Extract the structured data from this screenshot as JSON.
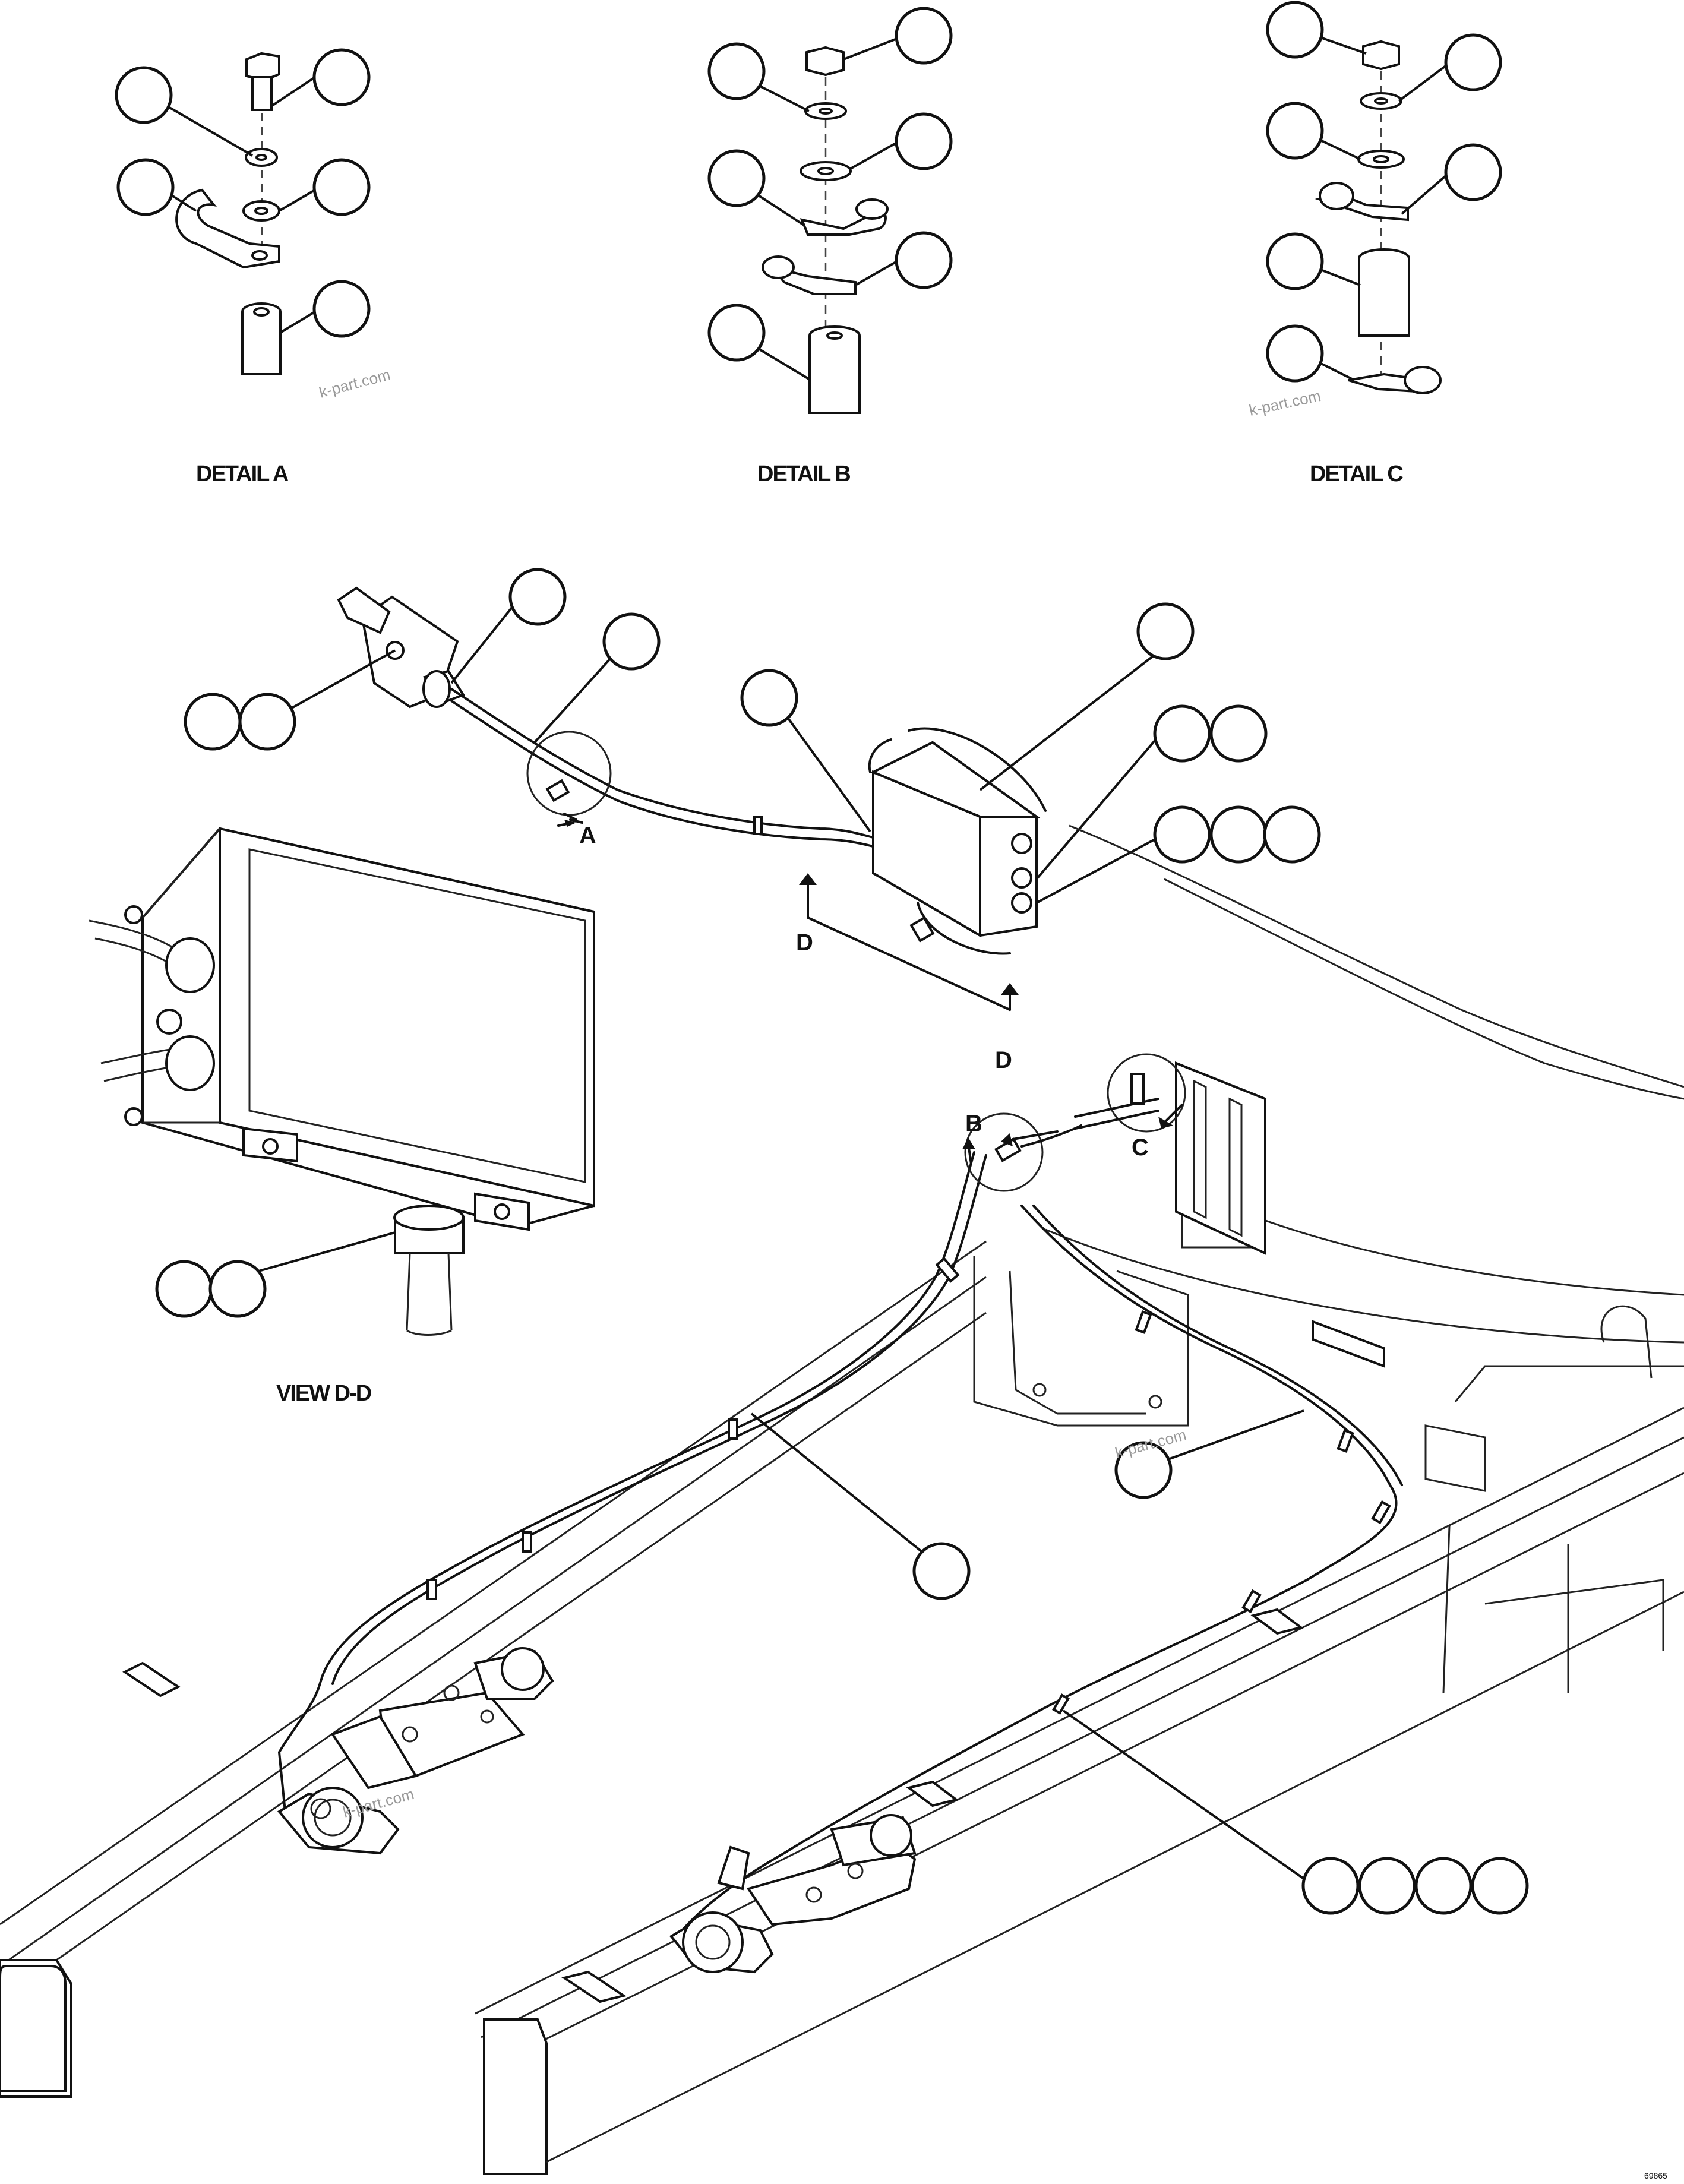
{
  "details": {
    "a": "DETAIL A",
    "b": "DETAIL B",
    "c": "DETAIL C",
    "view_dd": "VIEW D-D"
  },
  "callouts": {
    "a": "A",
    "b": "B",
    "c": "C",
    "d_left": "D",
    "d_right": "D"
  },
  "watermarks": [
    "k-part.com",
    "k-part.com",
    "k-part.com",
    "k-part.com"
  ],
  "drawing_code": "69865"
}
